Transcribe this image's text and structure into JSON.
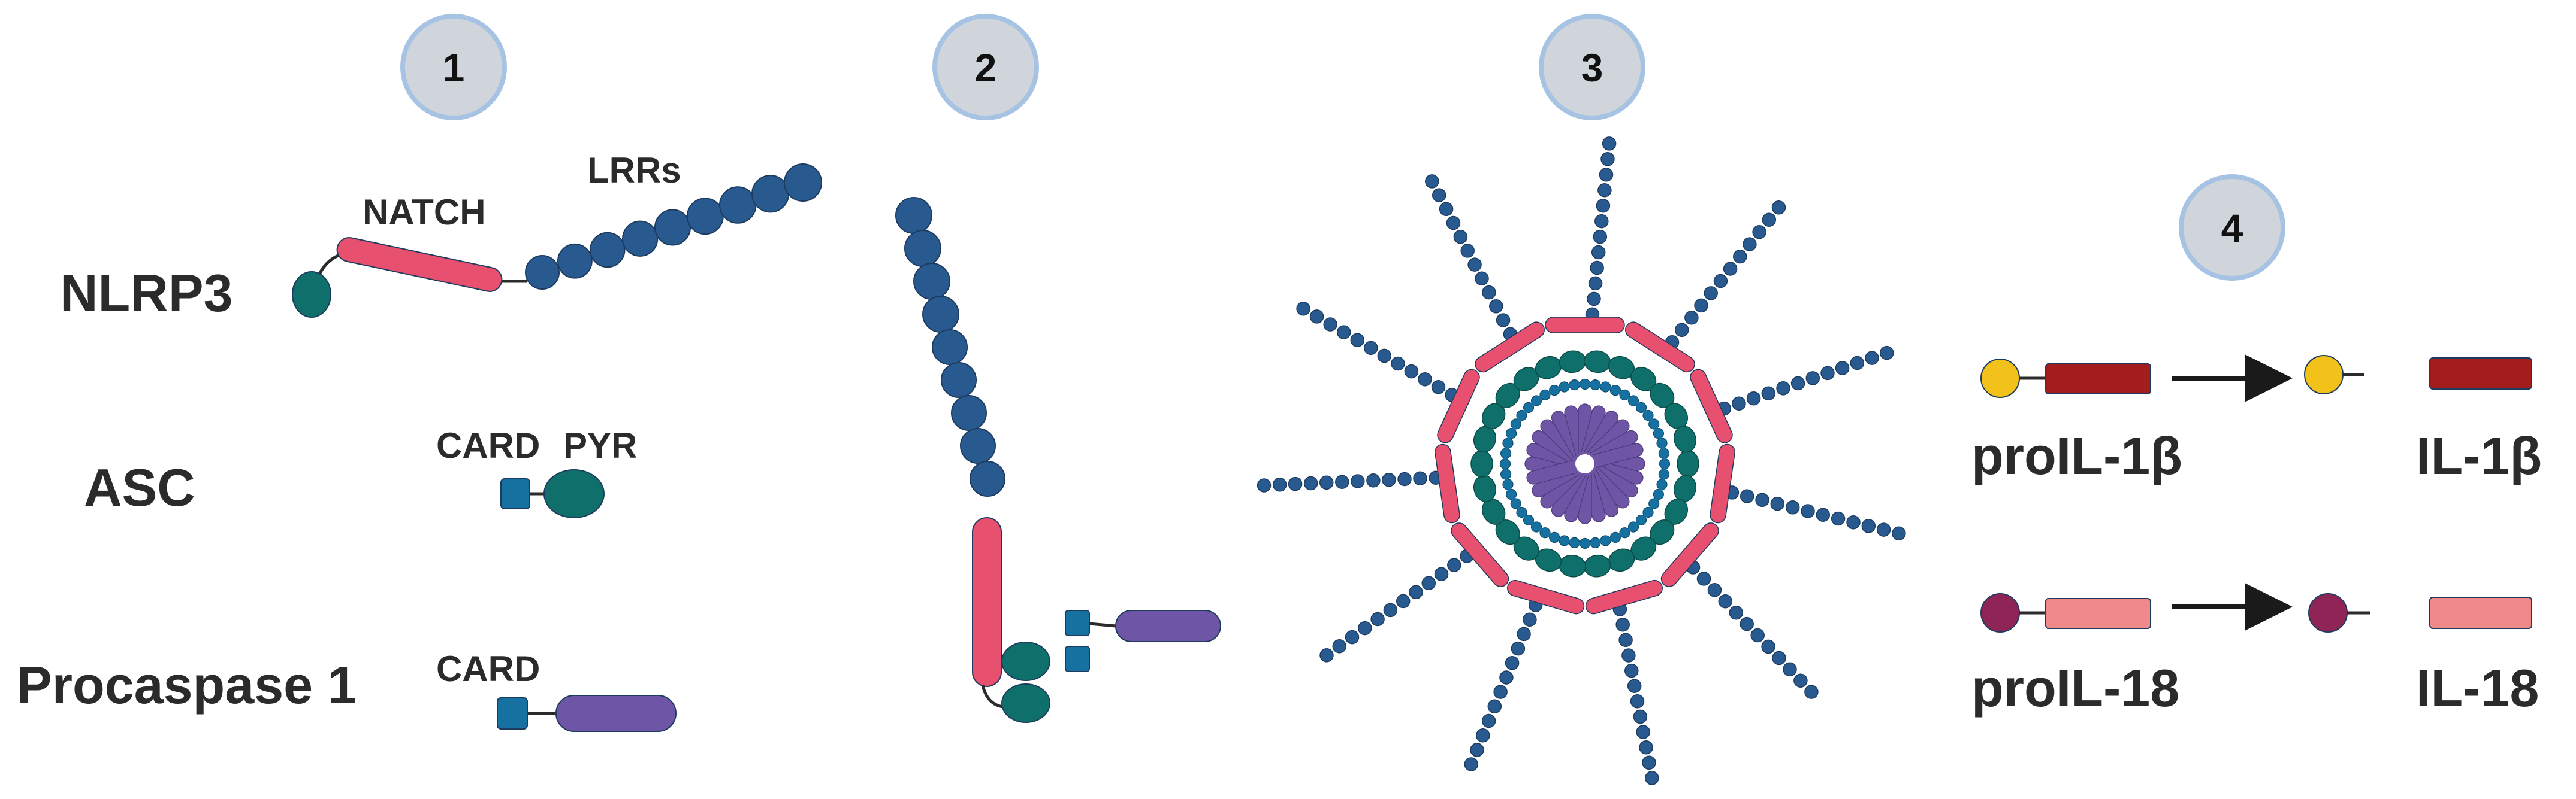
{
  "steps": [
    "1",
    "2",
    "3",
    "4"
  ],
  "rows": {
    "nlrp3": "NLRP3",
    "asc": "ASC",
    "procaspase": "Procaspase 1"
  },
  "domains": {
    "natch": "NATCH",
    "lrrs": "LRRs",
    "card_asc": "CARD",
    "pyr": "PYR",
    "card_casp": "CARD"
  },
  "products": {
    "pro_il1b": "proIL-1β",
    "il1b": "IL-1β",
    "pro_il18": "proIL-18",
    "il18": "IL-18"
  },
  "colors": {
    "lrr": "#285a8f",
    "natch": "#e8506f",
    "pyr": "#0f6f6a",
    "card": "#1670a0",
    "caspase": "#6e55a6",
    "badge_fill": "#cfd5da",
    "badge_stroke": "#a7c3e3",
    "il1b_pro": "#f2c21a",
    "il1b": "#a41d1d",
    "il18_pro": "#8f2556",
    "il18": "#f08a8a"
  }
}
